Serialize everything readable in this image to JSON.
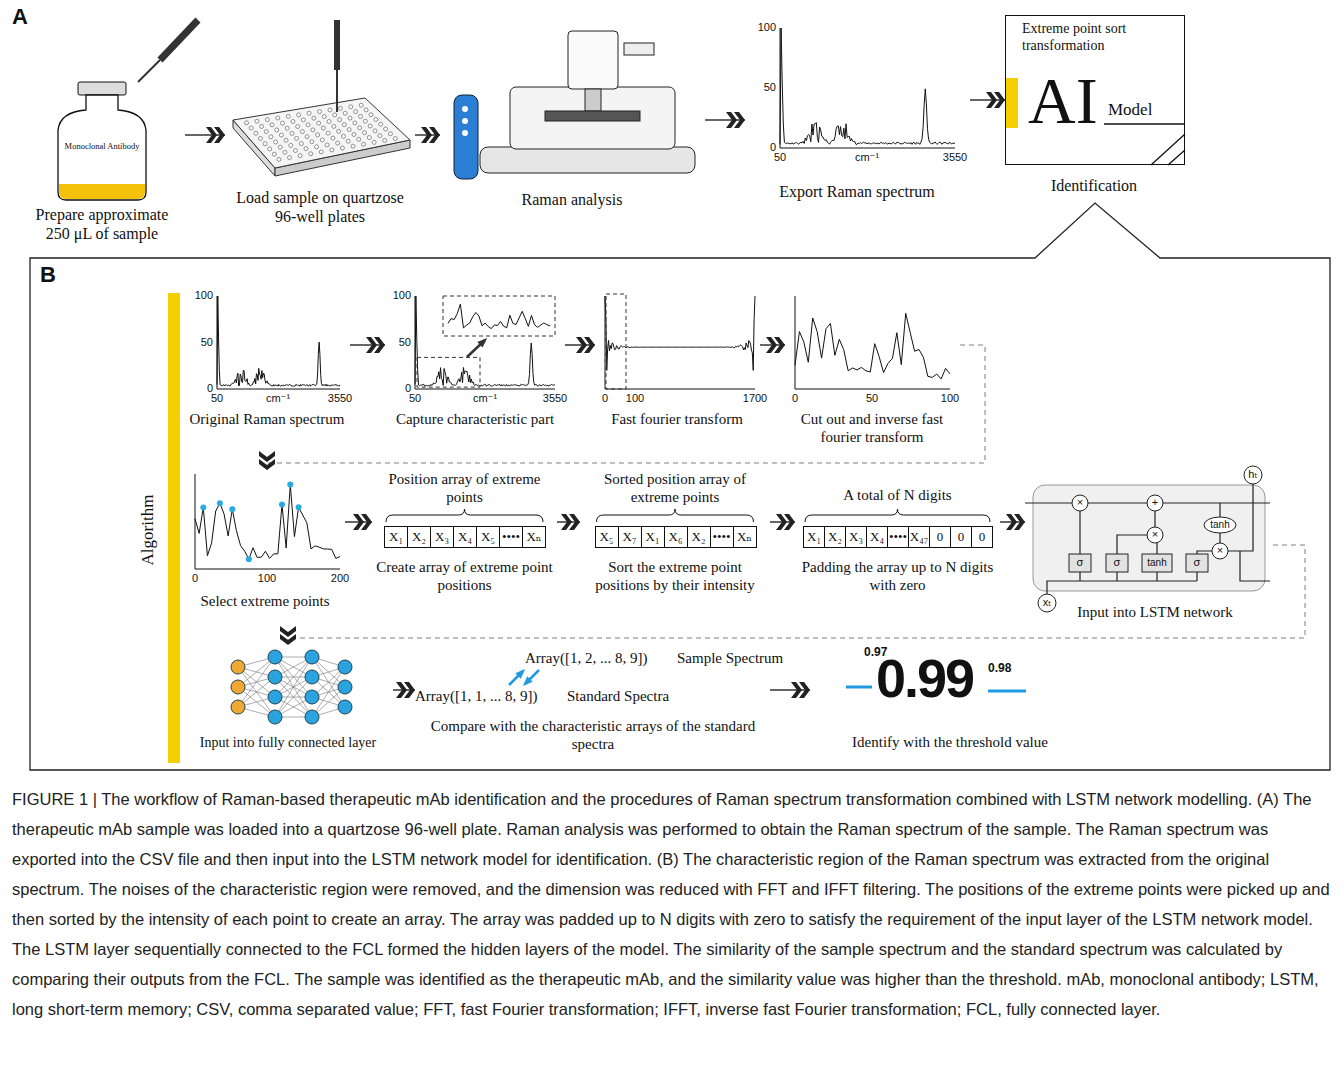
{
  "diagram": {
    "caption": "FIGURE 1 | The workflow of Raman-based therapeutic mAb identification and the procedures of Raman spectrum transformation combined with LSTM network modelling. (A) The therapeutic mAb sample was loaded into a quartzose 96-well plate. Raman analysis was performed to obtain the Raman spectrum of the sample. The Raman spectrum was exported into the CSV file and then input into the LSTM network model for identification. (B) The characteristic region of the Raman spectrum was extracted from the original spectrum. The noises of the characteristic region were removed, and the dimension was reduced with FFT and IFFT filtering. The positions of the extreme points were picked up and then sorted by the intensity of each point to create an array. The array was padded up to N digits with zero to satisfy the requirement of the input layer of the LSTM network model. The LSTM layer sequentially connected to the FCL formed the hidden layers of the model. The similarity of the sample spectrum and the standard spectrum was calculated by comparing their outputs from the FCL. The sample was identified as the therapeutic mAb, and the similarity value was higher than the threshold. mAb, monoclonal antibody; LSTM, long short-term memory; CSV, comma separated value; FFT, fast Fourier transformation; IFFT, inverse fast Fourier transformation; FCL, fully connected layer.",
    "nodes": [
      {
        "text": [
          "Monoclonal Antibody",
          "Prepare approximate 250 μL of sample"
        ]
      },
      {
        "text": [
          "Load sample on quartzose 96-well plates"
        ]
      },
      {
        "text": [
          "Raman analysis"
        ]
      },
      {
        "text": [
          "100",
          "50",
          "0",
          "50",
          "cm⁻¹",
          "3550",
          "Export Raman spectrum"
        ]
      },
      {
        "text": [
          "Extreme point sort transformation",
          "AI",
          "Model",
          "Identification"
        ]
      },
      {
        "text": [
          "B",
          "Algorithm"
        ]
      },
      {
        "text": [
          "100",
          "50",
          "0",
          "50",
          "cm⁻¹",
          "3550",
          "Original Raman spectrum"
        ],
        "in": 5
      },
      {
        "text": [
          "100",
          "50",
          "0",
          "50",
          "cm⁻¹",
          "3550",
          "Capture characteristic part"
        ],
        "in": 5
      },
      {
        "text": [
          "0",
          "100",
          "1700",
          "Fast fourier transform"
        ],
        "in": 5
      },
      {
        "text": [
          "0",
          "50",
          "100",
          "Cut out and inverse fast fourier transform"
        ],
        "in": 5
      },
      {
        "text": [
          "0",
          "100",
          "200",
          "Select extreme points"
        ],
        "in": 5
      },
      {
        "text": [
          "Position array of extreme points",
          "X₁",
          "X₂",
          "X₃",
          "X₄",
          "X₅",
          "••••",
          "Xₙ",
          "Create array of extreme point positions"
        ],
        "in": 5
      },
      {
        "text": [
          "Sorted position array of extreme points",
          "X₅",
          "X₇",
          "X₁",
          "X₆",
          "X₂",
          "••••",
          "Xₙ",
          "Sort the extreme point positions by their intensity"
        ],
        "in": 5
      },
      {
        "text": [
          "A total of N digits",
          "X₁",
          "X₂",
          "X₃",
          "X₄",
          "••••",
          "X₄₇",
          "0",
          "0",
          "0",
          "Padding the array up to N digits with zero"
        ],
        "in": 5
      },
      {
        "text": [
          "×",
          "+",
          "tanh",
          "×",
          "×",
          "σ",
          "σ",
          "tanh",
          "σ",
          "hₜ",
          "xₜ",
          "Input into LSTM network"
        ],
        "in": 5
      },
      {
        "text": [
          "Input into fully connected layer"
        ],
        "in": 5
      },
      {
        "text": [
          "Array([1, 2, ... 8, 9])",
          "Sample Spectrum",
          "Array([1, 1, ... 8, 9])",
          "Standard Spectra",
          "Compare with the characteristic arrays of the standard spectra"
        ],
        "in": 5
      },
      {
        "text": [
          "0.97",
          "0.99",
          "0.98",
          "Identify with the threshold value"
        ],
        "in": 5
      }
    ],
    "edges": [
      {
        "from": 0,
        "to": 1,
        "arrow": "to"
      },
      {
        "from": 1,
        "to": 2,
        "arrow": "to"
      },
      {
        "from": 2,
        "to": 3,
        "arrow": "to"
      },
      {
        "from": 3,
        "to": 4,
        "arrow": "to"
      },
      {
        "from": 6,
        "to": 7,
        "arrow": "to"
      },
      {
        "from": 7,
        "to": 8,
        "arrow": "to"
      },
      {
        "from": 8,
        "to": 9,
        "arrow": "to"
      },
      {
        "from": 9,
        "to": 10,
        "arrow": "to"
      },
      {
        "from": 10,
        "to": 11,
        "arrow": "to"
      },
      {
        "from": 11,
        "to": 12,
        "arrow": "to"
      },
      {
        "from": 12,
        "to": 13,
        "arrow": "to"
      },
      {
        "from": 13,
        "to": 14,
        "arrow": "to"
      },
      {
        "from": 14,
        "to": 15,
        "arrow": "to"
      },
      {
        "from": 15,
        "to": 16,
        "arrow": "to"
      },
      {
        "from": 16,
        "to": 17,
        "arrow": "to"
      }
    ],
    "labels": [
      "A"
    ]
  }
}
